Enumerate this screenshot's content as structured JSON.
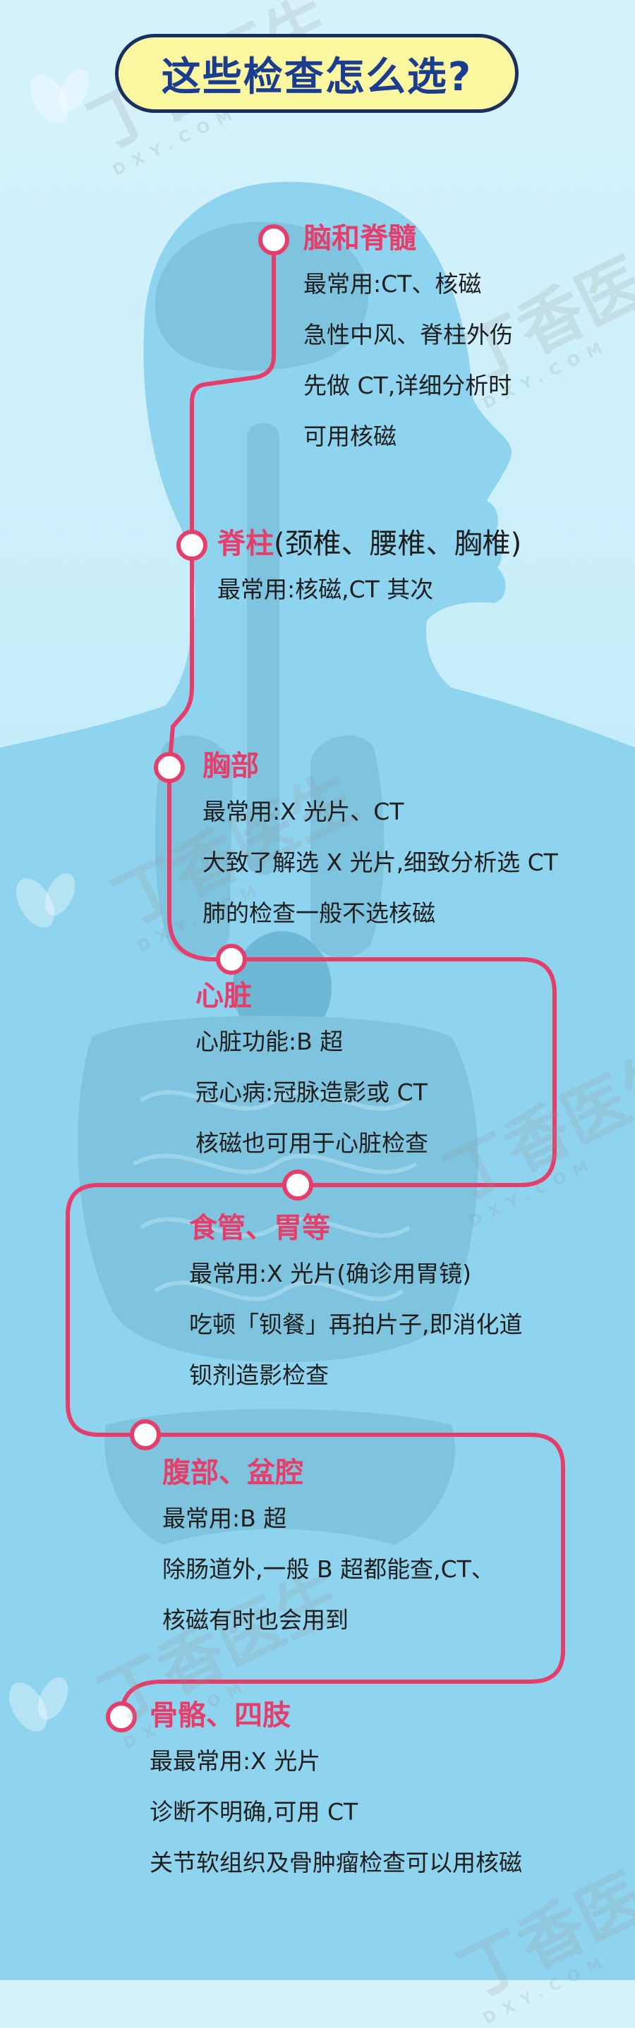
{
  "title": "这些检查怎么选?",
  "watermark": {
    "brand": "丁香医生",
    "domain": "DXY.COM"
  },
  "colors": {
    "accent": "#e63e6a",
    "title_text": "#1b3d8f",
    "title_bg": "#fbf6a0",
    "title_border": "#17305f",
    "silhouette": "#8fd4ef",
    "organs": "#7ec4de"
  },
  "sections": [
    {
      "title": "脑和脊髓",
      "items": [
        "最常用:CT、核磁",
        "急性中风、脊柱外伤",
        "先做 CT,详细分析时",
        "可用核磁"
      ]
    },
    {
      "title": "脊柱",
      "subtitle": "(颈椎、腰椎、胸椎)",
      "items": [
        "最常用:核磁,CT 其次"
      ]
    },
    {
      "title": "胸部",
      "items": [
        "最常用:X 光片、CT",
        "大致了解选 X 光片,细致分析选 CT",
        "肺的检查一般不选核磁"
      ]
    },
    {
      "title": "心脏",
      "items": [
        "心脏功能:B 超",
        "冠心病:冠脉造影或 CT",
        "核磁也可用于心脏检查"
      ]
    },
    {
      "title": "食管、胃等",
      "items": [
        "最常用:X 光片(确诊用胃镜)",
        "吃顿「钡餐」再拍片子,即消化道",
        "钡剂造影检查"
      ]
    },
    {
      "title": "腹部、盆腔",
      "items": [
        "最常用:B 超",
        "除肠道外,一般 B 超都能查,CT、",
        "核磁有时也会用到"
      ]
    },
    {
      "title": "骨骼、四肢",
      "items": [
        "最最常用:X 光片",
        "诊断不明确,可用 CT",
        "关节软组织及骨肿瘤检查可以用核磁"
      ]
    }
  ]
}
